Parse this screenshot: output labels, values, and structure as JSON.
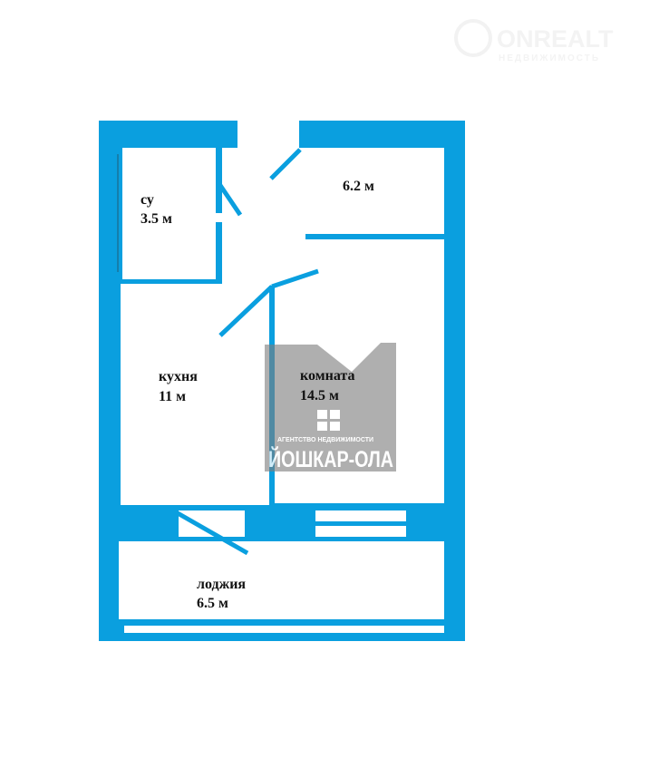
{
  "colors": {
    "wall": "#0a9fdf",
    "background": "#ffffff",
    "watermark": "#8a8a8a"
  },
  "rooms": {
    "bathroom": {
      "name": "су",
      "area": "3.5 м"
    },
    "hall": {
      "area": "6.2 м"
    },
    "kitchen": {
      "name": "кухня",
      "area": "11 м"
    },
    "room": {
      "name": "комната",
      "area": "14.5 м"
    },
    "loggia": {
      "name": "лоджия",
      "area": "6.5 м"
    }
  },
  "watermarks": {
    "top": {
      "brand": "ONREALT",
      "sub": "НЕДВИЖИМОСТЬ"
    },
    "center": {
      "sub": "АГЕНТСТВО НЕДВИЖИМОСТИ",
      "brand": "ЙОШКАР-ОЛА"
    }
  }
}
